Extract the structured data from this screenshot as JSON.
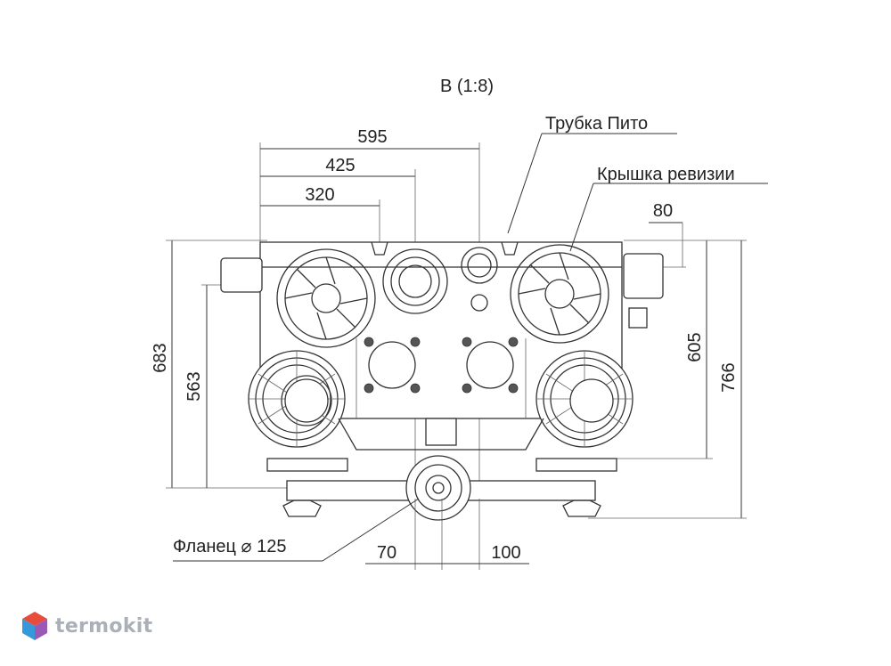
{
  "title": "B (1:8)",
  "labels": {
    "pitot_tube": "Трубка Пито",
    "inspection_cover": "Крышка ревизии",
    "flange": "Фланец ⌀ 125"
  },
  "dimensions": {
    "w595": "595",
    "w425": "425",
    "w320": "320",
    "w80": "80",
    "h683": "683",
    "h563": "563",
    "h605": "605",
    "h766": "766",
    "d70": "70",
    "d100": "100"
  },
  "watermark": {
    "text": "termokit",
    "colors": [
      "#e74c3c",
      "#3498db",
      "#9b59b6"
    ]
  }
}
